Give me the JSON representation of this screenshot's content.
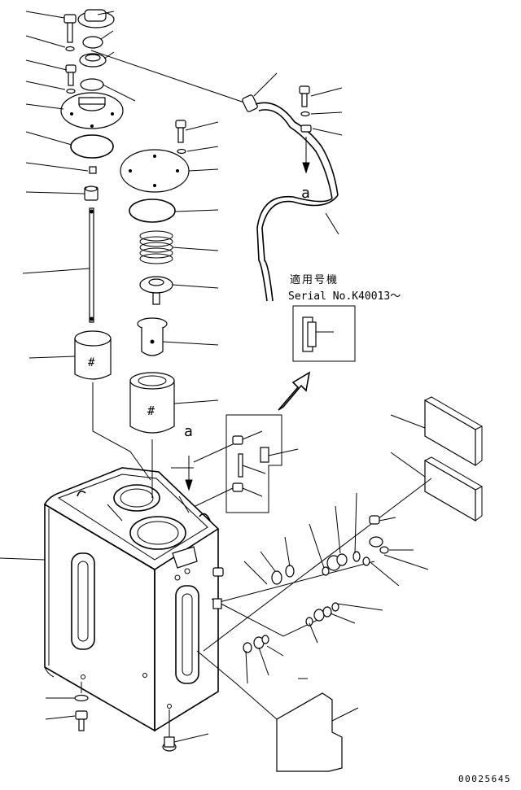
{
  "diagram": {
    "view_letter_top": "a",
    "view_letter_bottom": "a",
    "applicability_label_jp": "適用号機",
    "applicability_serial": "Serial No.K40013～",
    "drawing_number": "00025645"
  }
}
